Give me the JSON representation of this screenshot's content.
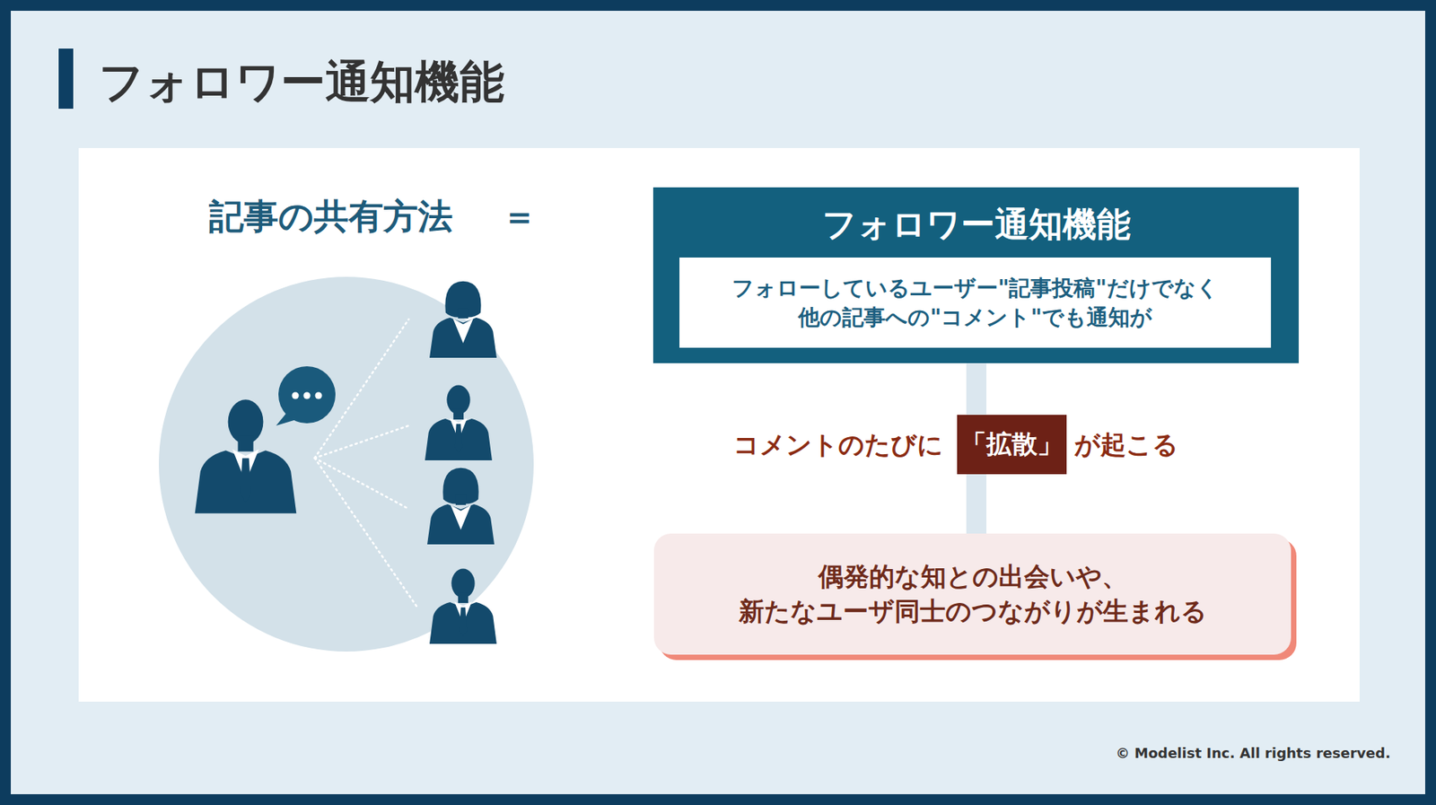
{
  "diagram": {
    "title": "フォロワー通知機能",
    "nodes": [
      {
        "text": [
          "フォロワー通知機能"
        ]
      },
      {
        "text": [
          "フォローしているユーザー\"記事投稿\"だけでなく 他の記事への\"コメント\"でも通知が"
        ],
        "in": 0
      },
      {
        "text": [
          "「拡散」"
        ]
      },
      {
        "text": [
          "偶発的な知との出会いや、 新たなユーザ同士のつながりが生まれる"
        ]
      }
    ],
    "edges": [
      {
        "from": 0,
        "to": 2,
        "arrow": "none"
      },
      {
        "from": 2,
        "to": 3,
        "arrow": "none"
      }
    ],
    "labels": [
      "記事の共有方法",
      "＝",
      "コメントのたびに",
      "が起こる",
      "© Modelist Inc. All rights reserved."
    ]
  }
}
